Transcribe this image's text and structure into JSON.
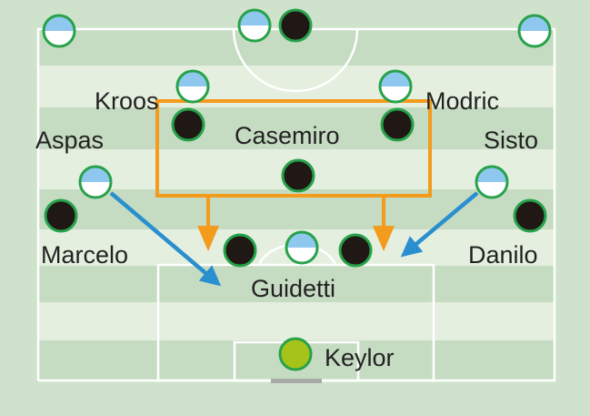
{
  "colors": {
    "background": "#cfe3cc",
    "stripe_light": "#e4efdf",
    "stripe_dark": "#c6dcc2",
    "line": "#ffffff",
    "box": "#f29b1c",
    "arrow_blue": "#2a8fce",
    "ring": "#27a24a",
    "team_dark": "#1f1814",
    "team_light_top": "#8fc8ee",
    "team_light_bottom": "#ffffff",
    "goalkeeper": "#a6c31a",
    "label": "#222222"
  },
  "players": {
    "kroos": "Kroos",
    "modric": "Modric",
    "casemiro": "Casemiro",
    "aspas": "Aspas",
    "sisto": "Sisto",
    "marcelo": "Marcelo",
    "danilo": "Danilo",
    "guidetti": "Guidetti",
    "keylor": "Keylor"
  }
}
